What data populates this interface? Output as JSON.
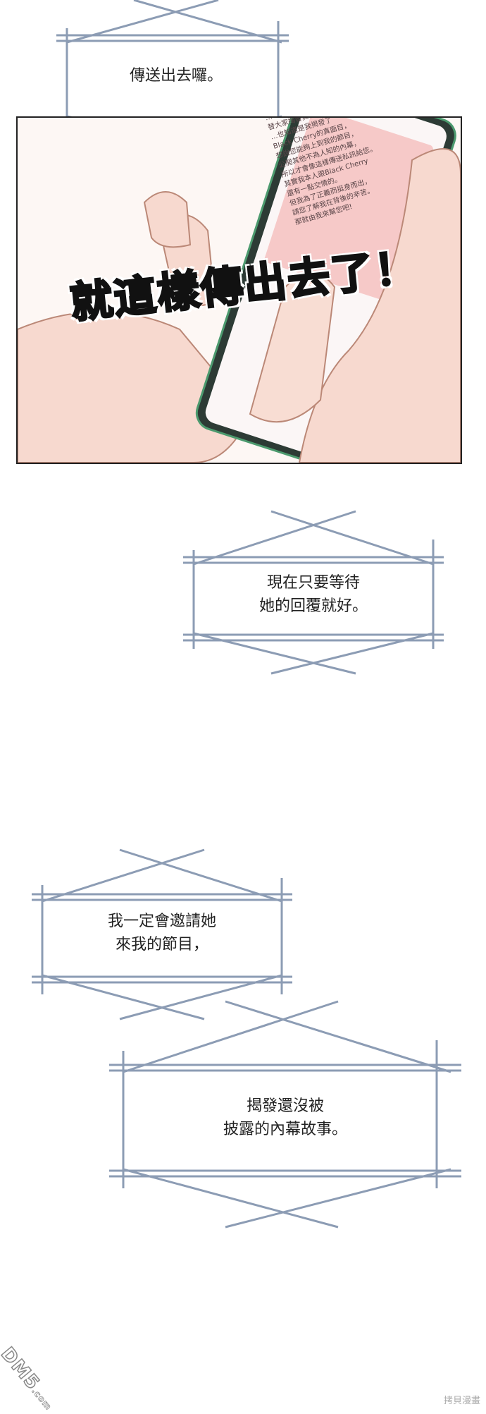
{
  "bubbles": [
    {
      "text_lines": [
        "傳送出去囉。"
      ]
    },
    {
      "text_lines": [
        "現在只要等待",
        "她的回覆就好。"
      ]
    },
    {
      "text_lines": [
        "我一定會邀請她",
        "來我的節目，"
      ]
    },
    {
      "text_lines": [
        "揭發還沒被",
        "披露的內幕故事。"
      ]
    }
  ],
  "panel": {
    "sfx": "就這樣傳出去了！",
    "phone_message_lines": [
      "…YouTuber完蛋兔，",
      "替大家揭發真相。",
      "…也知道是我揭發了",
      "Black Cherry的真面目，",
      "想說您能夠上到我的節目，",
      "公開其他不為人知的內幕，",
      "所以才會像這樣傳送私訊給您。",
      "其實我本人跟Black Cherry",
      "還有一點交情的。",
      "但我為了正義而挺身而出，",
      "請您了解我在背後的辛苦。",
      "那就由我來幫您吧!"
    ]
  },
  "watermarks": {
    "left": "DM5",
    "left_suffix": ".com",
    "right": "拷貝漫畫"
  },
  "colors": {
    "bubble_stroke": "#8c9cb4",
    "screen": "#f6c9c8",
    "skin": "#f7d9cf"
  }
}
